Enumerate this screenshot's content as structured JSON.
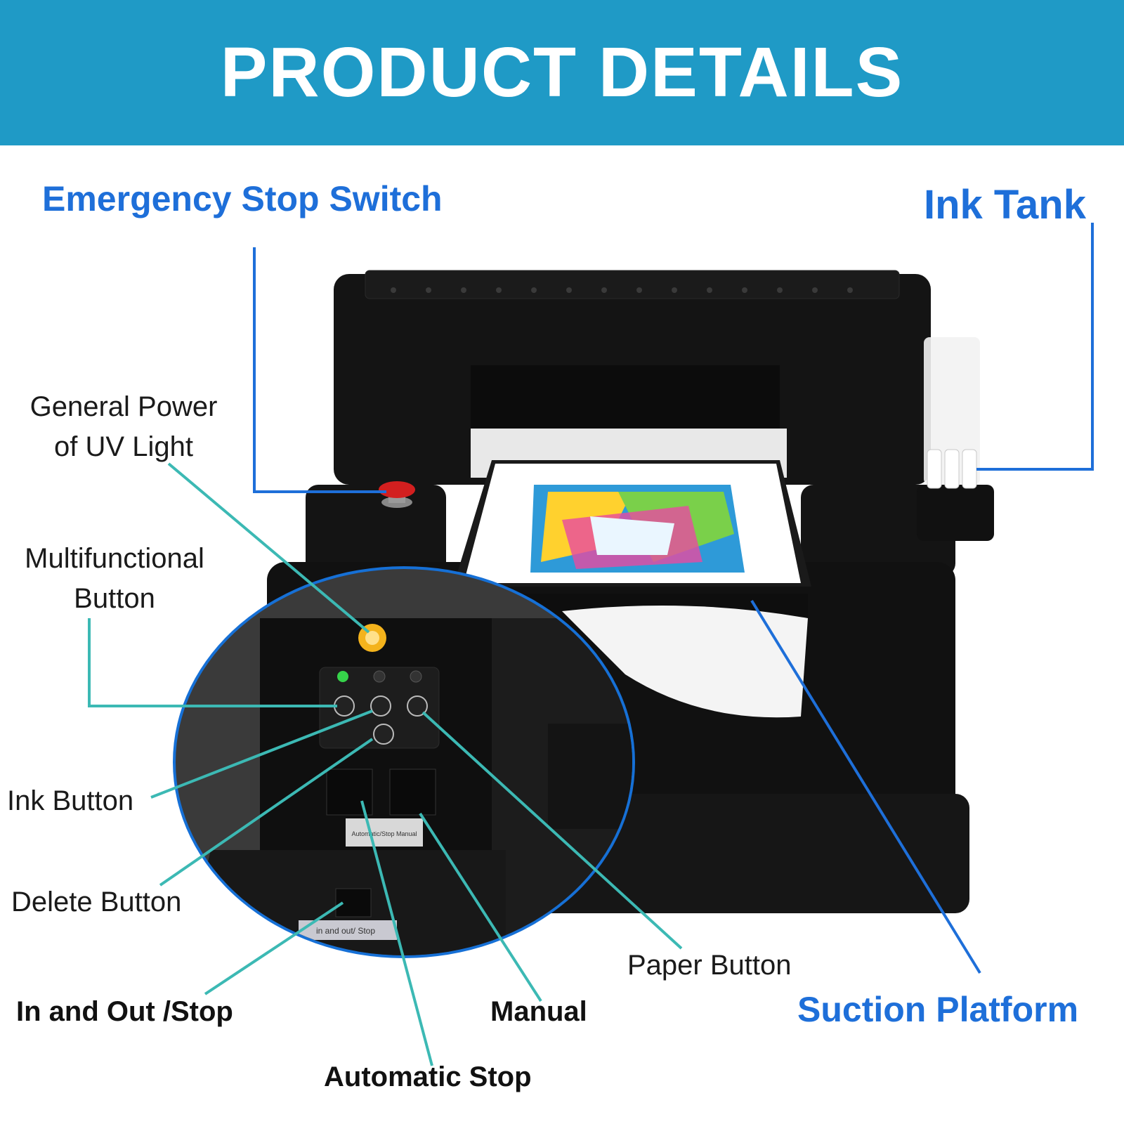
{
  "header": {
    "title": "PRODUCT DETAILS"
  },
  "colors": {
    "banner": "#1f9ac6",
    "callout_blue": "#1e6fd9",
    "callout_teal": "#3cb9b4",
    "printer_body": "#141414"
  },
  "labels": {
    "emergency_stop": "Emergency Stop Switch",
    "ink_tank": "Ink Tank",
    "uv_power_line1": "General Power",
    "uv_power_line2": "of UV Light",
    "multifunctional_line1": "Multifunctional",
    "multifunctional_line2": "Button",
    "ink_button": "Ink Button",
    "delete_button": "Delete Button",
    "in_out_stop": "In and Out /Stop",
    "manual": "Manual",
    "automatic_stop": "Automatic Stop",
    "paper_button": "Paper Button",
    "suction_platform": "Suction Platform"
  },
  "printer_stickers": {
    "auto_manual": "Automatic/Stop   Manual",
    "in_out": "in and out/ Stop"
  },
  "icons": [
    "emergency-stop-button-icon",
    "uv-indicator-light-icon",
    "multifunction-button-icon",
    "ink-drop-icon",
    "paper-icon",
    "trash-icon",
    "rocker-switch-icon",
    "ink-bottle-icon"
  ]
}
